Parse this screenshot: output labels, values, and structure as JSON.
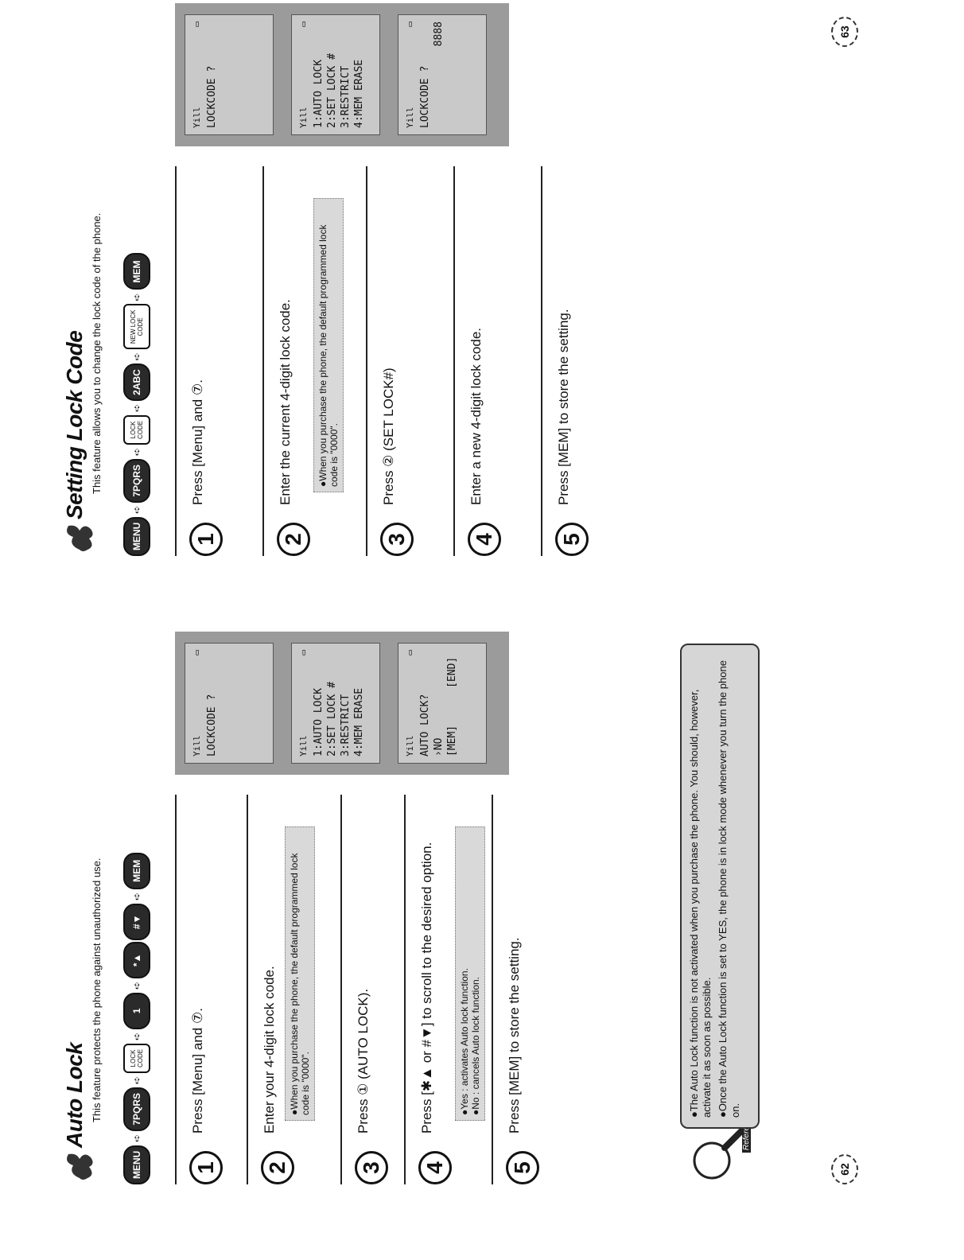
{
  "left": {
    "title": "Auto Lock",
    "intro": "This feature protects the phone against unauthorized use.",
    "keys": [
      "MENU",
      "7PQRS",
      "LOCK\nCODE",
      "1",
      "*▲",
      "#▼",
      "MEM"
    ],
    "steps": [
      {
        "num": "1",
        "text": "Press [Menu] and ⑦."
      },
      {
        "num": "2",
        "text": "Enter your 4-digit lock code.",
        "notes": [
          "When you purchase the phone, the default programmed lock code is \"0000\"."
        ]
      },
      {
        "num": "3",
        "text": "Press ① (AUTO LOCK)."
      },
      {
        "num": "4",
        "text": "Press [✱▲ or #▼] to scroll to the desired option.",
        "notes": [
          "Yes : activates Auto lock function.",
          "No : cancels Auto lock function."
        ]
      },
      {
        "num": "5",
        "text": "Press [MEM] to store the setting."
      }
    ],
    "screens": [
      {
        "lines": [
          "",
          "LOCKCODE ?",
          ""
        ]
      },
      {
        "lines": [
          "1:AUTO LOCK",
          "2:SET LOCK #",
          "3:RESTRICT",
          "4:MEM ERASE"
        ]
      },
      {
        "lines": [
          "AUTO LOCK?",
          "›NO",
          "[MEM]      [END]"
        ]
      }
    ],
    "reference_label": "Reference",
    "reference": [
      "The Auto Lock function is not activated when you purchase the phone. You should, however, activate it as soon as possible.",
      "Once the Auto Lock function is set to YES, the phone is in lock mode whenever you turn the phone on."
    ],
    "page_number": "62"
  },
  "right": {
    "title": "Setting Lock Code",
    "intro": "This feature allows you to change the lock code of the phone.",
    "keys": [
      "MENU",
      "7PQRS",
      "LOCK\nCODE",
      "2ABC",
      "NEW LOCK\nCODE",
      "MEM"
    ],
    "steps": [
      {
        "num": "1",
        "text": "Press [Menu] and ⑦."
      },
      {
        "num": "2",
        "text": "Enter the current 4-digit lock code.",
        "notes": [
          "When you purchase the phone, the default programmed lock code is \"0000\"."
        ]
      },
      {
        "num": "3",
        "text": "Press ② (SET LOCK#)"
      },
      {
        "num": "4",
        "text": "Enter a new 4-digit lock code."
      },
      {
        "num": "5",
        "text": "Press [MEM] to store the setting."
      }
    ],
    "screens": [
      {
        "lines": [
          "",
          "LOCKCODE ?",
          ""
        ]
      },
      {
        "lines": [
          "1:AUTO LOCK",
          "2:SET LOCK #",
          "3:RESTRICT",
          "4:MEM ERASE"
        ]
      },
      {
        "lines": [
          "",
          "LOCKCODE ?",
          "8888"
        ]
      }
    ],
    "page_number": "63"
  },
  "status_icons": {
    "signal": "Yill",
    "battery": "▭"
  }
}
